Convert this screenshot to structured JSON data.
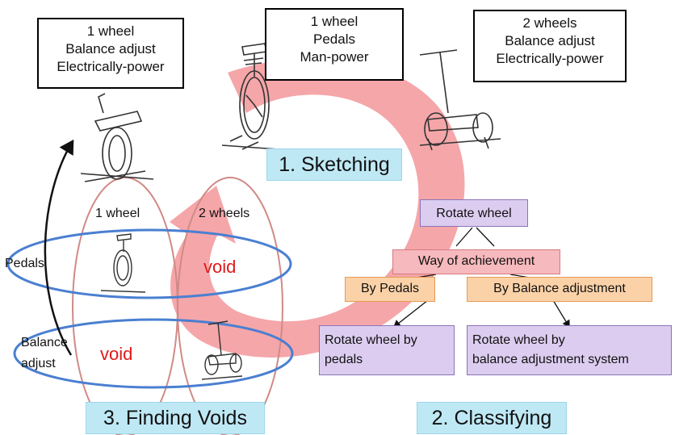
{
  "top_boxes": {
    "electric_unicycle": [
      "1 wheel",
      "Balance adjust",
      "Electrically-power"
    ],
    "pedal_unicycle": [
      "1 wheel",
      "Pedals",
      "Man-power"
    ],
    "segway": [
      "2 wheels",
      "Balance adjust",
      "Electrically-power"
    ]
  },
  "steps": {
    "sketching": "1. Sketching",
    "classifying": "2. Classifying",
    "finding_voids": "3. Finding Voids"
  },
  "tree": {
    "root": "Rotate wheel",
    "way": "Way of achievement",
    "by_pedals": "By Pedals",
    "by_balance": "By Balance adjustment",
    "leaf_pedals": [
      "Rotate wheel by",
      "pedals"
    ],
    "leaf_balance": [
      "Rotate wheel by",
      "balance adjustment system"
    ]
  },
  "matrix": {
    "col_1": "1 wheel",
    "col_2": "2 wheels",
    "row_1": "Pedals",
    "row_2_line1": "Balance",
    "row_2_line2": "adjust",
    "void_a": "void",
    "void_b": "void"
  },
  "colors": {
    "cycle_arrow": "#f2888c",
    "step_box": "#bfe8f5",
    "class_box": "#dccdf0",
    "way_box": "#f6b9bd",
    "method_box": "#fbd2a8",
    "ellipse_row": "#4a7fd1",
    "ellipse_col": "#d08a86",
    "void_text": "#e01818"
  },
  "icons": [
    "electric-unicycle-sketch",
    "pedal-unicycle-sketch",
    "segway-sketch",
    "small-unicycle-sketch",
    "small-segway-sketch"
  ]
}
